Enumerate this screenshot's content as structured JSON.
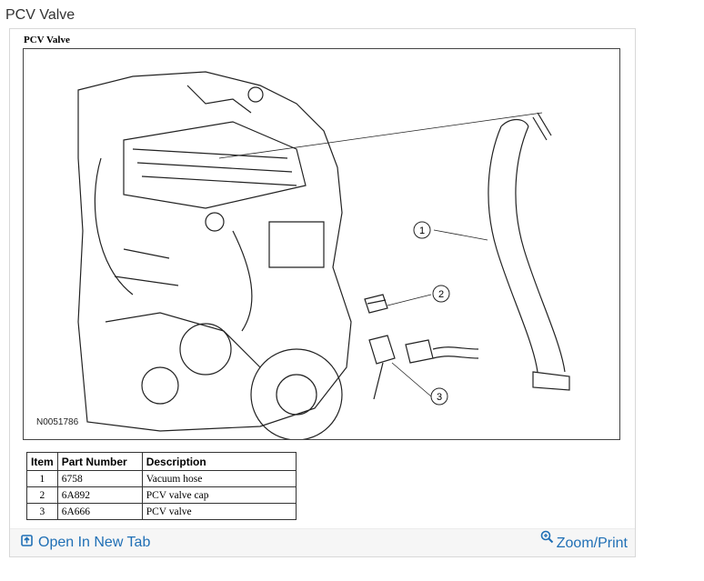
{
  "page": {
    "title": "PCV Valve"
  },
  "figure": {
    "title": "PCV Valve",
    "id": "N0051786",
    "callouts": [
      "1",
      "2",
      "3"
    ]
  },
  "table": {
    "headers": [
      "Item",
      "Part Number",
      "Description"
    ],
    "rows": [
      [
        "1",
        "6758",
        "Vacuum hose"
      ],
      [
        "2",
        "6A892",
        "PCV valve cap"
      ],
      [
        "3",
        "6A666",
        "PCV valve"
      ]
    ]
  },
  "footer": {
    "open_label": "Open In New Tab",
    "zoom_label": "Zoom/Print"
  },
  "colors": {
    "link": "#1f6fb5",
    "footer_bg": "#f6f6f6"
  },
  "icons": {
    "open": "open-new-tab-icon",
    "zoom": "zoom-in-icon"
  }
}
